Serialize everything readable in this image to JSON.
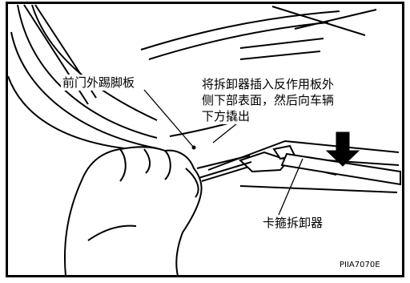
{
  "labels": {
    "sill_plate": "前门外踢脚板",
    "instruction": [
      "将拆卸器插入反作用板外",
      "侧下部表面，然后向车辆",
      "下方撬出"
    ],
    "tool": "卡箍拆卸器",
    "figure_code": "PIIA7070E"
  },
  "colors": {
    "line": "#000000",
    "background": "#ffffff"
  },
  "icons": {
    "arrow": "down-arrow-icon"
  }
}
